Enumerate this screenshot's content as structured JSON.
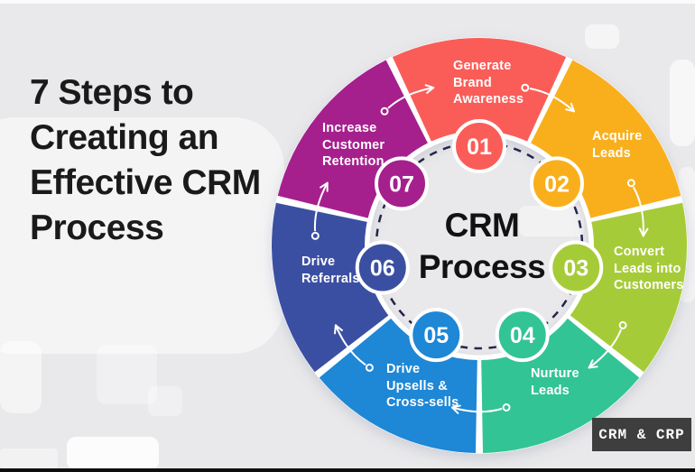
{
  "title": "7 Steps to\nCreating an\nEffective CRM\nProcess",
  "center_title": "CRM\nProcess",
  "watermark": "CRM & CRP",
  "wheel": {
    "dashed_circle_color": "#23264A",
    "separator_color": "#FFFFFF",
    "arrow_color": "#FFFFFF",
    "badge_border_color": "#FFFFFF",
    "badge_text_color": "#FFFFFF",
    "segments": [
      {
        "number": "01",
        "label": "Generate\nBrand\nAwareness",
        "color": "#FA5D58"
      },
      {
        "number": "02",
        "label": "Acquire\nLeads",
        "color": "#F9AF1C"
      },
      {
        "number": "03",
        "label": "Convert\nLeads into\nCustomers",
        "color": "#A6CB38"
      },
      {
        "number": "04",
        "label": "Nurture\nLeads",
        "color": "#32C495"
      },
      {
        "number": "05",
        "label": "Drive\nUpsells &\nCross-sells",
        "color": "#1E87D6"
      },
      {
        "number": "06",
        "label": "Drive\nReferrals",
        "color": "#3B4FA2"
      },
      {
        "number": "07",
        "label": "Increase\nCustomer\nRetention",
        "color": "#A5208D"
      }
    ]
  },
  "colors": {
    "background": "#E9E9EB",
    "title_text": "#1A1A1A",
    "center_text": "#121212",
    "label_text": "#FFFFFF",
    "watermark_bg": "#3E3E3E",
    "watermark_text": "#FFFFFF",
    "bottom_bar": "#0E0E0E"
  }
}
